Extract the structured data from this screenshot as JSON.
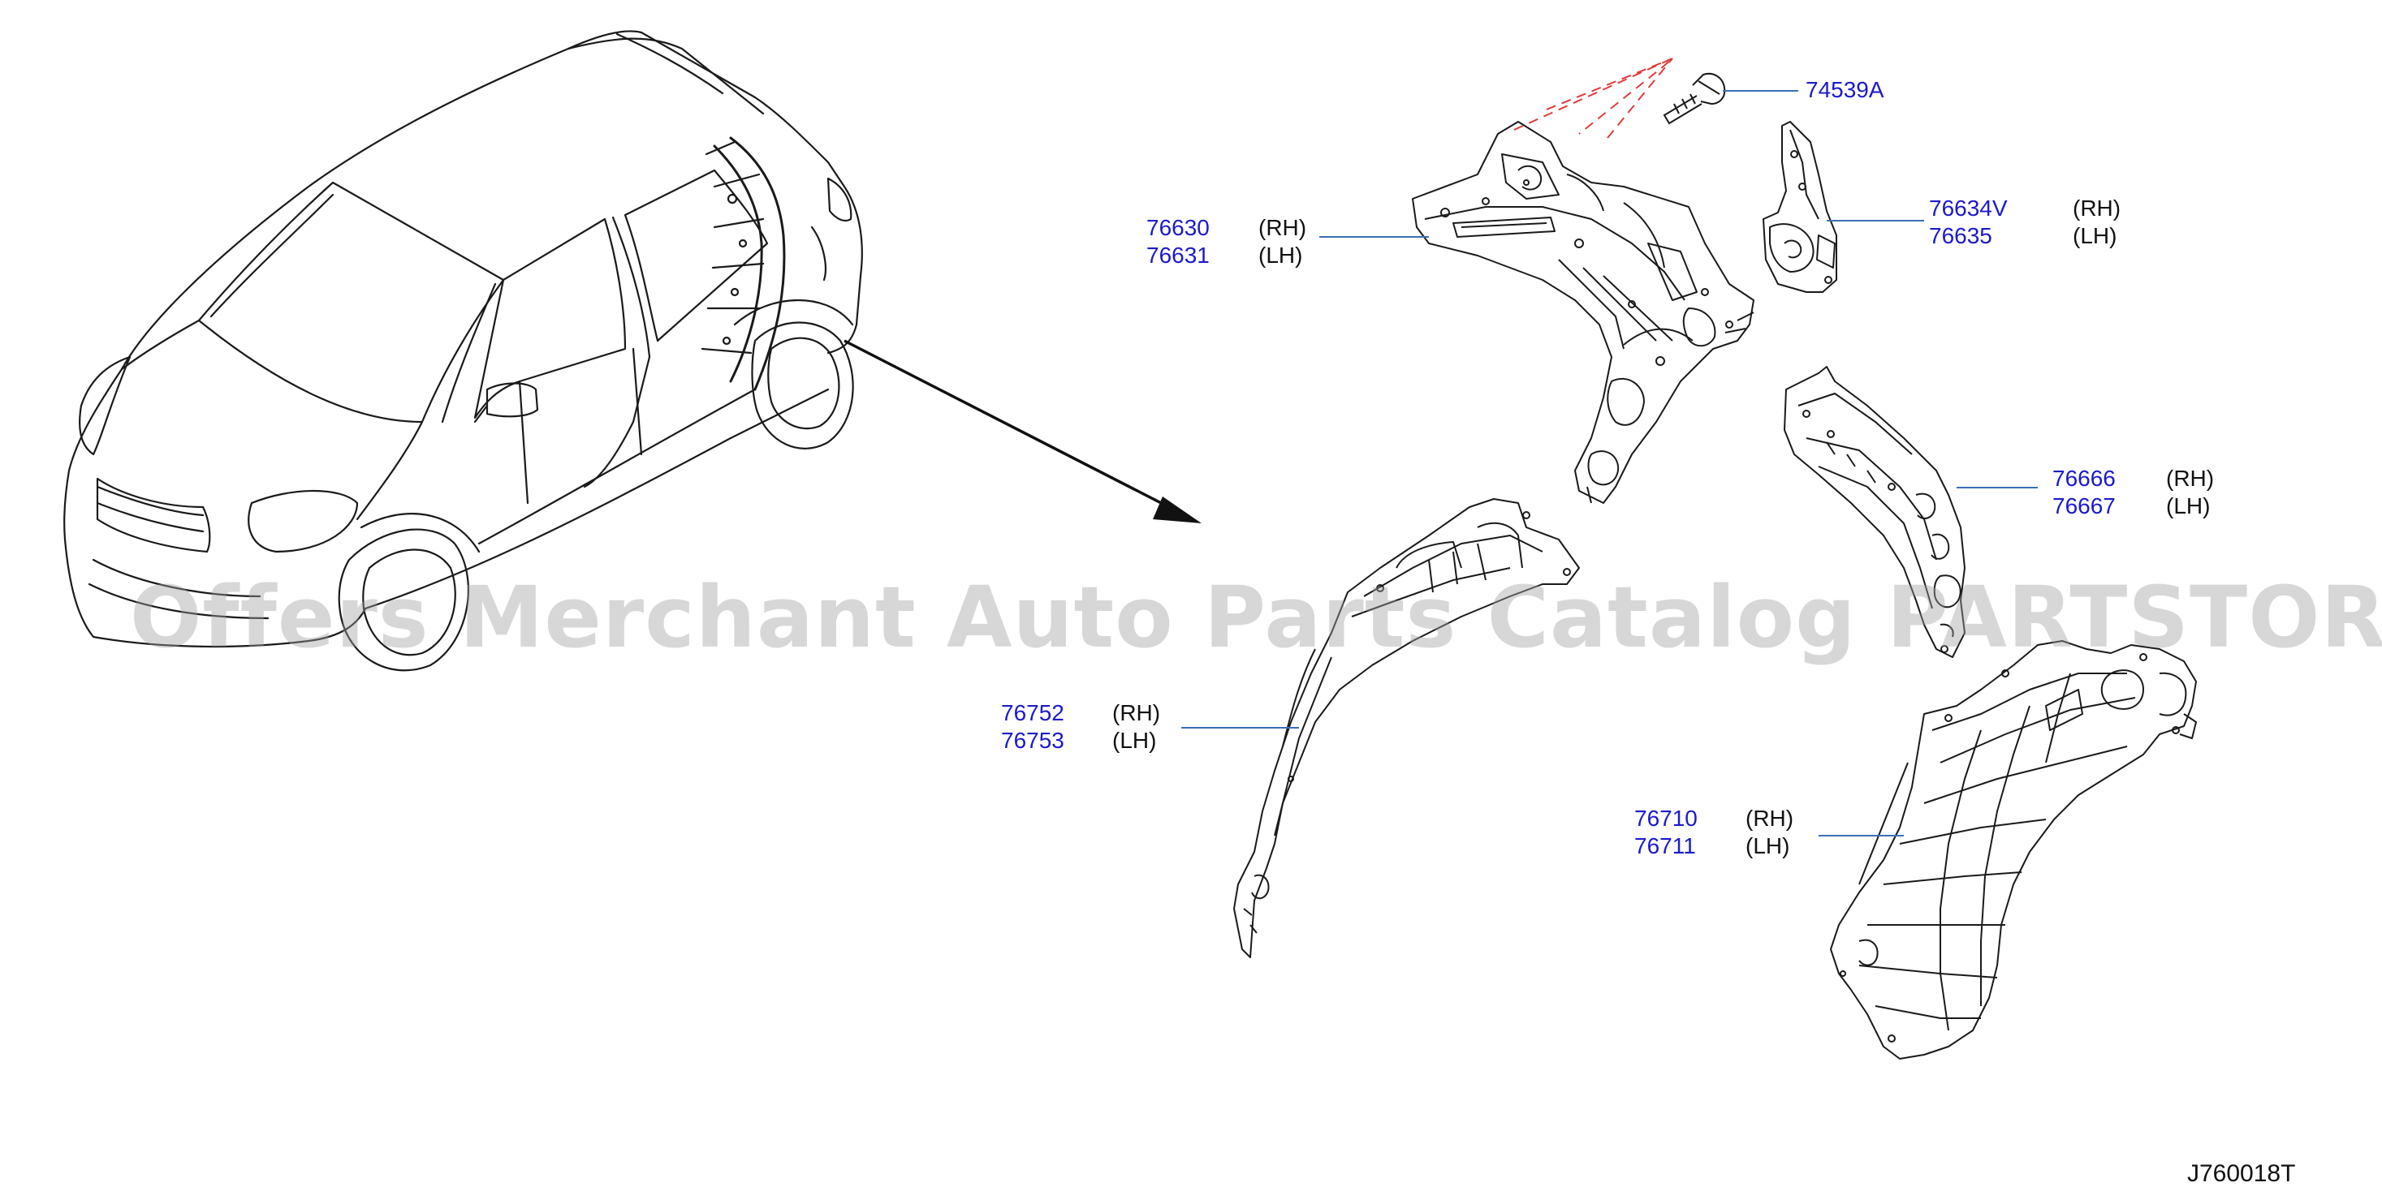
{
  "colors": {
    "background": "#ffffff",
    "line_art": "#1a1a1a",
    "part_number": "#1a1acd",
    "leader": "#3b6fb6",
    "reference_dash": "#e03a3a",
    "watermark": "#a0a0a0"
  },
  "watermark": "Offers Merchant Auto Parts Catalog PARTSTORE.SA",
  "diagram_code": "J760018T",
  "callouts": [
    {
      "id": "c1",
      "numbers": [
        "74539A"
      ],
      "sides": []
    },
    {
      "id": "c2",
      "numbers": [
        "76630",
        "76631"
      ],
      "sides": [
        "(RH)",
        "(LH)"
      ]
    },
    {
      "id": "c3",
      "numbers": [
        "76634V",
        "76635"
      ],
      "sides": [
        "(RH)",
        "(LH)"
      ]
    },
    {
      "id": "c4",
      "numbers": [
        "76666",
        "76667"
      ],
      "sides": [
        "(RH)",
        "(LH)"
      ]
    },
    {
      "id": "c5",
      "numbers": [
        "76752",
        "76753"
      ],
      "sides": [
        "(RH)",
        "(LH)"
      ]
    },
    {
      "id": "c6",
      "numbers": [
        "76710",
        "76711"
      ],
      "sides": [
        "(RH)",
        "(LH)"
      ]
    }
  ]
}
